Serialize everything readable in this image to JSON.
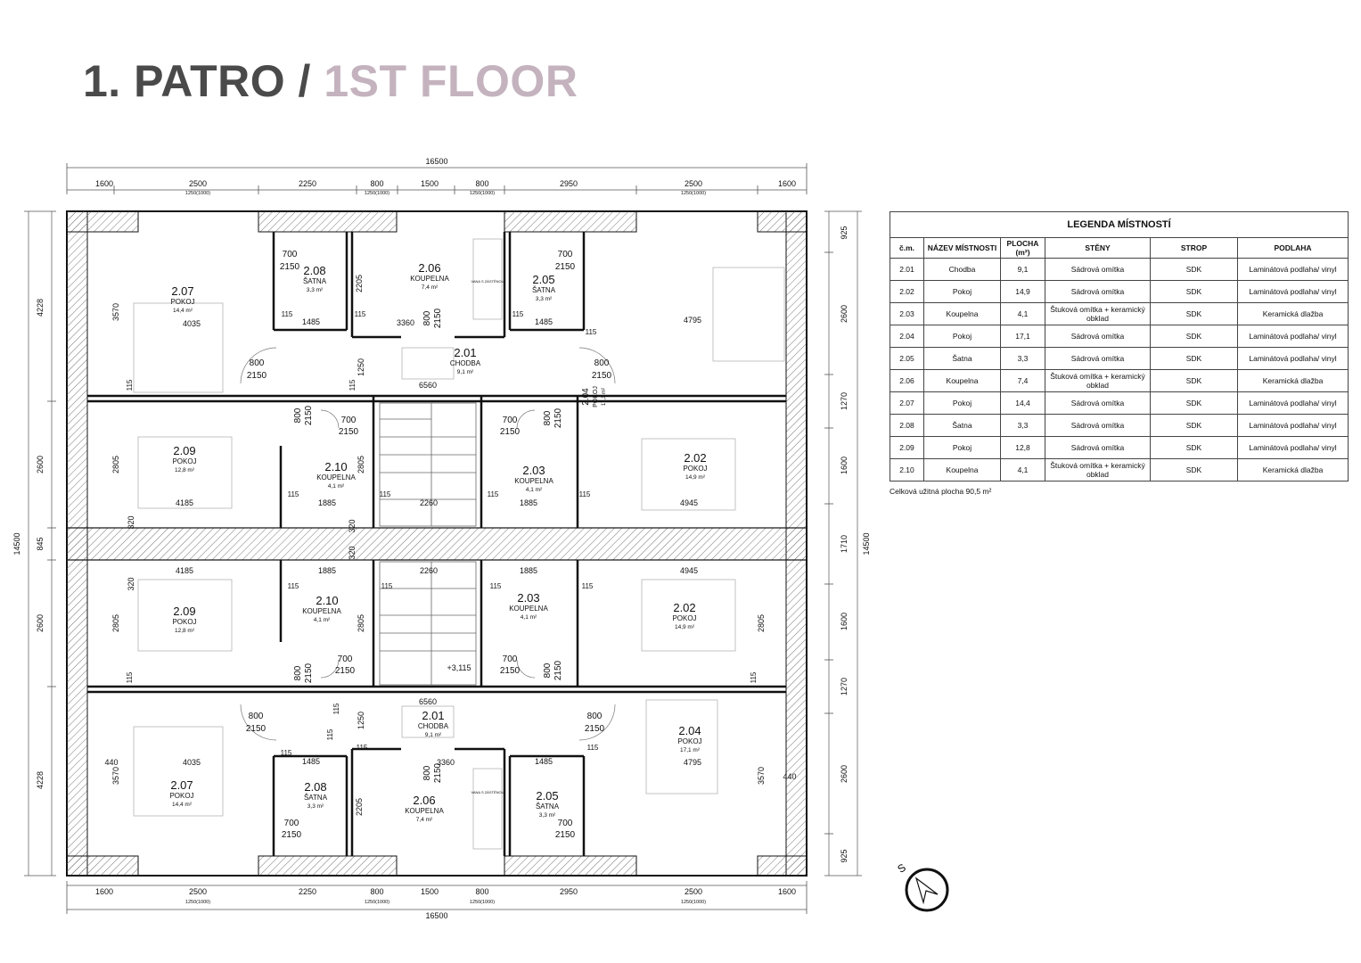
{
  "title": {
    "main": "1. PATRO /",
    "sub": "1ST FLOOR"
  },
  "dimensions": {
    "overall_width": "16500",
    "overall_height": "14500",
    "top_chain": [
      "1600",
      "2500",
      "2250",
      "800",
      "1500",
      "800",
      "2950",
      "2500",
      "1600"
    ],
    "window_sub": "1250(1000)",
    "left_chain": [
      "4228",
      "2600",
      "845",
      "2600",
      "4228"
    ],
    "right_chain": [
      "925",
      "2600",
      "1270",
      "1600",
      "1710",
      "1600",
      "1270",
      "2600",
      "925"
    ],
    "level": "+3,115"
  },
  "rooms": [
    {
      "id": "2.07",
      "name": "POKOJ",
      "area": "14,4 m²"
    },
    {
      "id": "2.08",
      "name": "ŠATNA",
      "area": "3,3 m²"
    },
    {
      "id": "2.06",
      "name": "KOUPELNA",
      "area": "7,4 m²"
    },
    {
      "id": "2.05",
      "name": "ŠATNA",
      "area": "3,3 m²"
    },
    {
      "id": "2.01",
      "name": "CHODBA",
      "area": "9,1 m²"
    },
    {
      "id": "2.04",
      "name": "POKOJ",
      "area": "17,1 m²"
    },
    {
      "id": "2.09",
      "name": "POKOJ",
      "area": "12,8 m²"
    },
    {
      "id": "2.10",
      "name": "KOUPELNA",
      "area": "4,1 m²"
    },
    {
      "id": "2.03",
      "name": "KOUPELNA",
      "area": "4,1 m²"
    },
    {
      "id": "2.02",
      "name": "POKOJ",
      "area": "14,9 m²"
    }
  ],
  "inner_dims": {
    "d4035": "4035",
    "d4795": "4795",
    "d4185": "4185",
    "d4945": "4945",
    "d6560": "6560",
    "d1485": "1485",
    "d1885": "1885",
    "d2260": "2260",
    "d3360": "3360",
    "d3570": "3570",
    "d2805": "2805",
    "d2205": "2205",
    "d115": "115",
    "d320": "320",
    "d440": "440",
    "d1250": "1250",
    "door800": "800",
    "door700": "700",
    "door2150": "2150",
    "bath": "VANA S ZÁSTĚNOU"
  },
  "legend": {
    "caption": "LEGENDA MÍSTNOSTÍ",
    "headers": [
      "č.m.",
      "NÁZEV MÍSTNOSTI",
      "PLOCHA (m²)",
      "STĚNY",
      "STROP",
      "PODLAHA"
    ],
    "rows": [
      [
        "2.01",
        "Chodba",
        "9,1",
        "Sádrová omítka",
        "SDK",
        "Laminátová podlaha/ vinyl"
      ],
      [
        "2.02",
        "Pokoj",
        "14,9",
        "Sádrová omítka",
        "SDK",
        "Laminátová podlaha/ vinyl"
      ],
      [
        "2.03",
        "Koupelna",
        "4,1",
        "Štuková omítka + keramický obklad",
        "SDK",
        "Keramická dlažba"
      ],
      [
        "2.04",
        "Pokoj",
        "17,1",
        "Sádrová omítka",
        "SDK",
        "Laminátová podlaha/ vinyl"
      ],
      [
        "2.05",
        "Šatna",
        "3,3",
        "Sádrová omítka",
        "SDK",
        "Laminátová podlaha/ vinyl"
      ],
      [
        "2.06",
        "Koupelna",
        "7,4",
        "Štuková omítka + keramický obklad",
        "SDK",
        "Keramická dlažba"
      ],
      [
        "2.07",
        "Pokoj",
        "14,4",
        "Sádrová omítka",
        "SDK",
        "Laminátová podlaha/ vinyl"
      ],
      [
        "2.08",
        "Šatna",
        "3,3",
        "Sádrová omítka",
        "SDK",
        "Laminátová podlaha/ vinyl"
      ],
      [
        "2.09",
        "Pokoj",
        "12,8",
        "Sádrová omítka",
        "SDK",
        "Laminátová podlaha/ vinyl"
      ],
      [
        "2.10",
        "Koupelna",
        "4,1",
        "Štuková omítka + keramický obklad",
        "SDK",
        "Keramická dlažba"
      ]
    ],
    "total": "Celková užitná plocha 90,5 m²"
  },
  "compass_label": "S"
}
